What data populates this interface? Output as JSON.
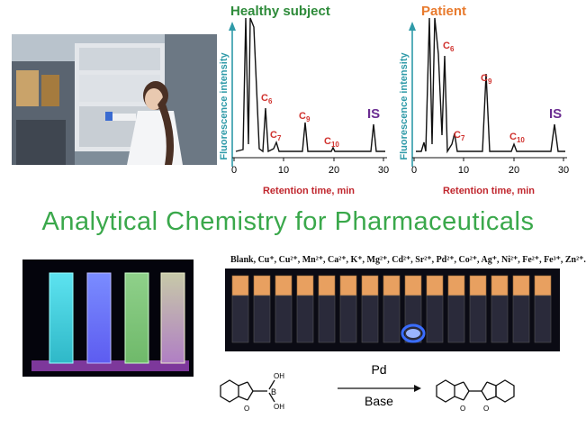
{
  "title": "Analytical Chemistry for Pharmaceuticals",
  "charts": [
    {
      "title": "Healthy subject",
      "title_color": "#2e8b3a",
      "ylabel": "Fluorescence intensity",
      "xlabel": "Retention time, min",
      "xticks": [
        "0",
        "10",
        "20",
        "30"
      ],
      "peaks": [
        {
          "label": "C",
          "sub": "6",
          "color": "#d0312d"
        },
        {
          "label": "C",
          "sub": "7",
          "color": "#d0312d"
        },
        {
          "label": "C",
          "sub": "9",
          "color": "#d0312d"
        },
        {
          "label": "C",
          "sub": "10",
          "color": "#d0312d"
        },
        {
          "label": "IS",
          "sub": "",
          "color": "#6a2c91"
        }
      ]
    },
    {
      "title": "Patient",
      "title_color": "#e87a2d",
      "ylabel": "Fluorescence intensity",
      "xlabel": "Retention time, min",
      "xticks": [
        "0",
        "10",
        "20",
        "30"
      ],
      "peaks": [
        {
          "label": "C",
          "sub": "6",
          "color": "#d0312d"
        },
        {
          "label": "C",
          "sub": "7",
          "color": "#d0312d"
        },
        {
          "label": "C",
          "sub": "9",
          "color": "#d0312d"
        },
        {
          "label": "C",
          "sub": "10",
          "color": "#d0312d"
        },
        {
          "label": "IS",
          "sub": "",
          "color": "#6a2c91"
        }
      ]
    }
  ],
  "vials_label": "Blank, Cu⁺, Cu²⁺, Mn²⁺, Ca²⁺, K⁺, Mg²⁺, Cd²⁺, Sr²⁺, Pd²⁺, Co²⁺, Ag⁺, Ni²⁺, Fe²⁺, Fe³⁺, Zn²⁺.",
  "reaction": {
    "catalyst": "Pd",
    "conditions": "Base",
    "oh1": "OH",
    "oh2": "OH",
    "boron": "B",
    "oxygen": "O"
  }
}
